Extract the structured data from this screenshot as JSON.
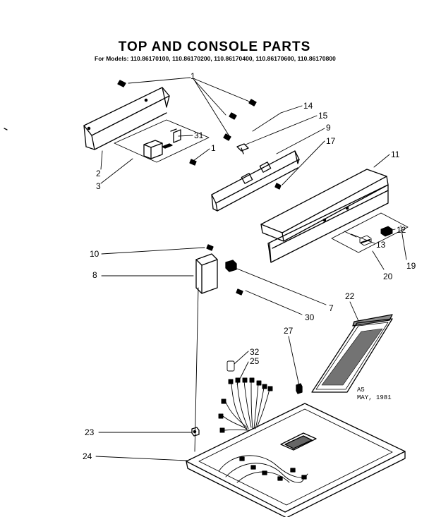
{
  "title": "TOP AND CONSOLE PARTS",
  "models": "For Models: 110.86170100, 110.86170200, 110.86170400, 110.86170600, 110.86170800",
  "stamp": {
    "code": "A5",
    "date": "MAY, 1981"
  },
  "callouts": [
    {
      "id": "c1",
      "label": "1"
    },
    {
      "id": "c1b",
      "label": "1"
    },
    {
      "id": "c2",
      "label": "2"
    },
    {
      "id": "c3",
      "label": "3"
    },
    {
      "id": "c7",
      "label": "7"
    },
    {
      "id": "c8",
      "label": "8"
    },
    {
      "id": "c9",
      "label": "9"
    },
    {
      "id": "c10",
      "label": "10"
    },
    {
      "id": "c11",
      "label": "11"
    },
    {
      "id": "c12",
      "label": "12"
    },
    {
      "id": "c13",
      "label": "13"
    },
    {
      "id": "c14",
      "label": "14"
    },
    {
      "id": "c15",
      "label": "15"
    },
    {
      "id": "c17",
      "label": "17"
    },
    {
      "id": "c19",
      "label": "19"
    },
    {
      "id": "c20",
      "label": "20"
    },
    {
      "id": "c22",
      "label": "22"
    },
    {
      "id": "c23",
      "label": "23"
    },
    {
      "id": "c24",
      "label": "24"
    },
    {
      "id": "c25",
      "label": "25"
    },
    {
      "id": "c27",
      "label": "27"
    },
    {
      "id": "c30",
      "label": "30"
    },
    {
      "id": "c31",
      "label": "31"
    },
    {
      "id": "c32",
      "label": "32"
    }
  ]
}
